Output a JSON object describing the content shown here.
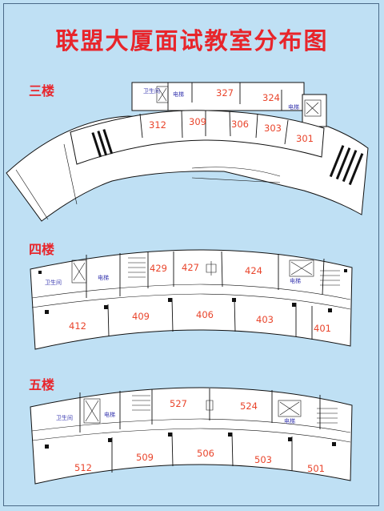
{
  "title": "联盟大厦面试教室分布图",
  "colors": {
    "background": "#bfe0f4",
    "accent": "#e8252b",
    "room_text": "#e9452c",
    "label_text": "#3a3ab0"
  },
  "floors": [
    {
      "label": "三楼",
      "rooms": [
        "327",
        "324",
        "312",
        "309",
        "306",
        "303",
        "301"
      ],
      "facilities": {
        "restroom": "卫生间",
        "elevator1": "电梯",
        "elevator2": "电梯"
      }
    },
    {
      "label": "四楼",
      "rooms": [
        "429",
        "427",
        "424",
        "412",
        "409",
        "406",
        "403",
        "401"
      ],
      "facilities": {
        "restroom": "卫生间",
        "elevator1": "电梯",
        "elevator2": "电梯"
      }
    },
    {
      "label": "五楼",
      "rooms": [
        "527",
        "524",
        "512",
        "509",
        "506",
        "503",
        "501"
      ],
      "facilities": {
        "restroom": "卫生间",
        "elevator1": "电梯",
        "elevator2": "电梯"
      }
    }
  ]
}
